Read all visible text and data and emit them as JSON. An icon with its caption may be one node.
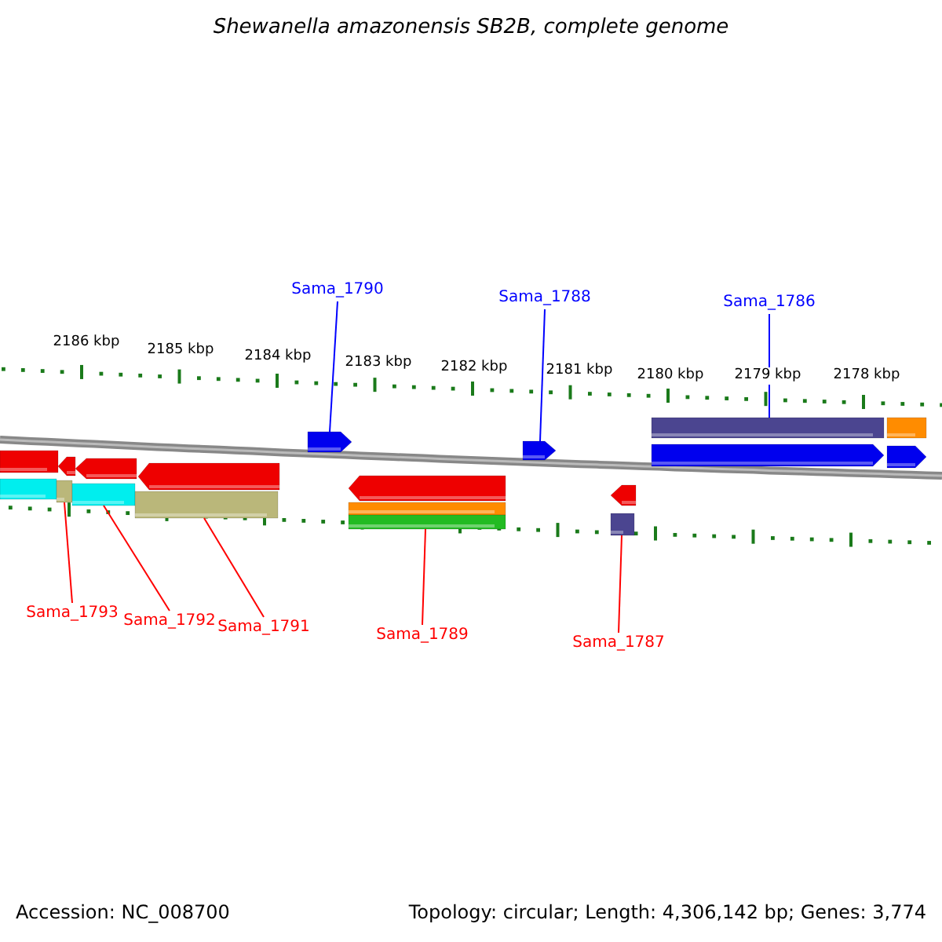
{
  "diagram": {
    "title": "Shewanella amazonensis SB2B, complete genome",
    "nodes": [
      {
        "text": [
          "Sama_1790"
        ]
      },
      {
        "text": [
          "Sama_1788"
        ]
      },
      {
        "text": [
          "Sama_1786"
        ]
      },
      {
        "text": [
          "Sama_1793"
        ]
      },
      {
        "text": [
          "Sama_1792"
        ]
      },
      {
        "text": [
          "Sama_1791"
        ]
      },
      {
        "text": [
          "Sama_1789"
        ]
      },
      {
        "text": [
          "Sama_1787"
        ]
      },
      {
        "text": [],
        "shape": "bar"
      },
      {
        "text": [],
        "shape": "bar"
      },
      {
        "text": [],
        "shape": "bar"
      },
      {
        "text": [],
        "shape": "pentagon"
      },
      {
        "text": [],
        "shape": "bar"
      },
      {
        "text": [],
        "shape": "pentagon"
      },
      {
        "text": [],
        "shape": "bar"
      },
      {
        "text": [],
        "shape": "pentagon"
      },
      {
        "text": [],
        "shape": "pentagon"
      },
      {
        "text": [],
        "shape": "pentagon"
      },
      {
        "text": [],
        "shape": "bar"
      },
      {
        "text": [],
        "shape": "bar"
      },
      {
        "text": [],
        "shape": "pentagon"
      },
      {
        "text": [],
        "shape": "pentagon"
      },
      {
        "text": [],
        "shape": "bar"
      },
      {
        "text": [],
        "shape": "bar"
      },
      {
        "text": [],
        "shape": "pentagon"
      },
      {
        "text": [],
        "shape": "bar"
      },
      {
        "text": [],
        "shape": "pentagon"
      }
    ],
    "edges": [
      {
        "from": 0,
        "to": 16,
        "arrow": "none",
        "color": "#0000ff"
      },
      {
        "from": 1,
        "to": 20,
        "arrow": "none",
        "color": "#0000ff"
      },
      {
        "from": 2,
        "to": 23,
        "arrow": "none",
        "color": "#0000ff"
      },
      {
        "from": 3,
        "to": 10,
        "arrow": "none"
      },
      {
        "from": 4,
        "to": 12,
        "arrow": "none"
      },
      {
        "from": 5,
        "to": 14,
        "arrow": "none"
      },
      {
        "from": 6,
        "to": 19,
        "arrow": "none"
      },
      {
        "from": 7,
        "to": 22,
        "arrow": "none"
      }
    ],
    "labels": [
      "2186 kbp",
      "2185 kbp",
      "2184 kbp",
      "2183 kbp",
      "2182 kbp",
      "2181 kbp",
      "2180 kbp",
      "2179 kbp",
      "2178 kbp",
      "Accession: NC_008700",
      "Topology: circular; Length: 4,306,142 bp; Genes: 3,774"
    ]
  }
}
